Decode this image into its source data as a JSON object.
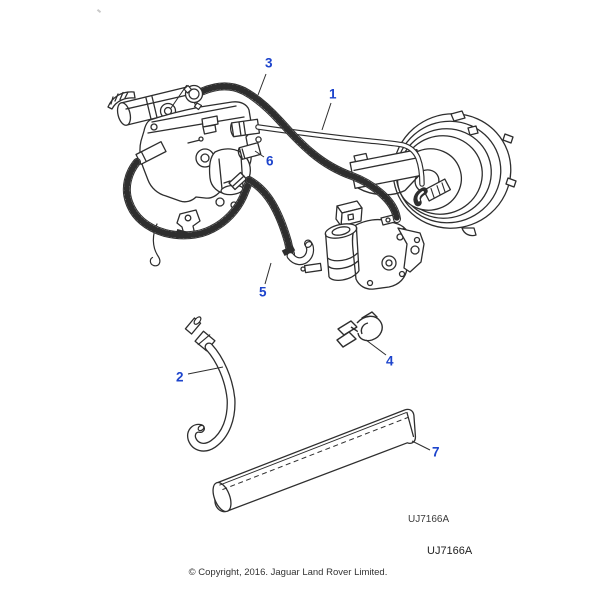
{
  "diagram": {
    "callouts": [
      {
        "label": "1"
      },
      {
        "label": "2"
      },
      {
        "label": "3"
      },
      {
        "label": "4"
      },
      {
        "label": "5"
      },
      {
        "label": "6"
      },
      {
        "label": "7"
      }
    ],
    "code_inline": "UJ7166A",
    "code_footer": "UJ7166A",
    "copyright": "© Copyright, 2016. Jaguar Land Rover Limited.",
    "colors": {
      "callout": "#1d44cc",
      "line_art": "#2e2e2e",
      "background": "#ffffff"
    }
  }
}
